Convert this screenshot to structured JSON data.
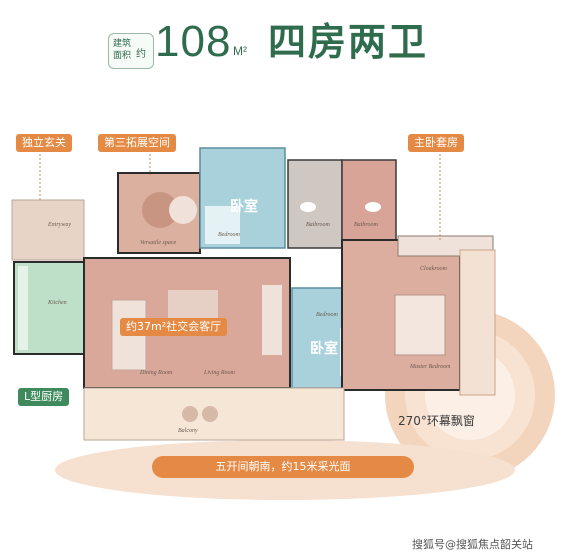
{
  "header": {
    "badge_line1": "建筑",
    "badge_line2": "面积",
    "badge_approx": "约",
    "area": "108",
    "unit": "M²",
    "layout": "四房两卫"
  },
  "tags": {
    "entrance": "独立玄关",
    "third_space": "第三拓展空间",
    "master_suite": "主卧套房",
    "living": "约37m²社交会客厅",
    "kitchen": "L型厨房",
    "bay_window": "270°环幕飘窗",
    "bedroom_top": "卧室",
    "bedroom_mid": "卧室"
  },
  "room_labels": {
    "entryway": "Entryway",
    "versatile": "Versatile space",
    "bedroom1": "Bedroom",
    "bathroom1": "Bathroom",
    "bathroom2": "Bathroom",
    "kitchen": "Kitchen",
    "dining": "Dining Room",
    "living": "Living Room",
    "bedroom2": "Bedroom",
    "cloakroom": "Cloakroom",
    "master": "Master Bedroom",
    "balcony": "Balcony"
  },
  "ribbon": "五开间朝南，约15米采光面",
  "watermark": "搜狐号@搜狐焦点韶关站",
  "colors": {
    "brand_green": "#2f6c4e",
    "accent_orange": "#e58a45",
    "floor_pink": "#d9a89a",
    "highlight_blue": "#a9d1dc",
    "kitchen_green": "#bfe0c8",
    "balcony_cream": "#f6e6d6"
  }
}
